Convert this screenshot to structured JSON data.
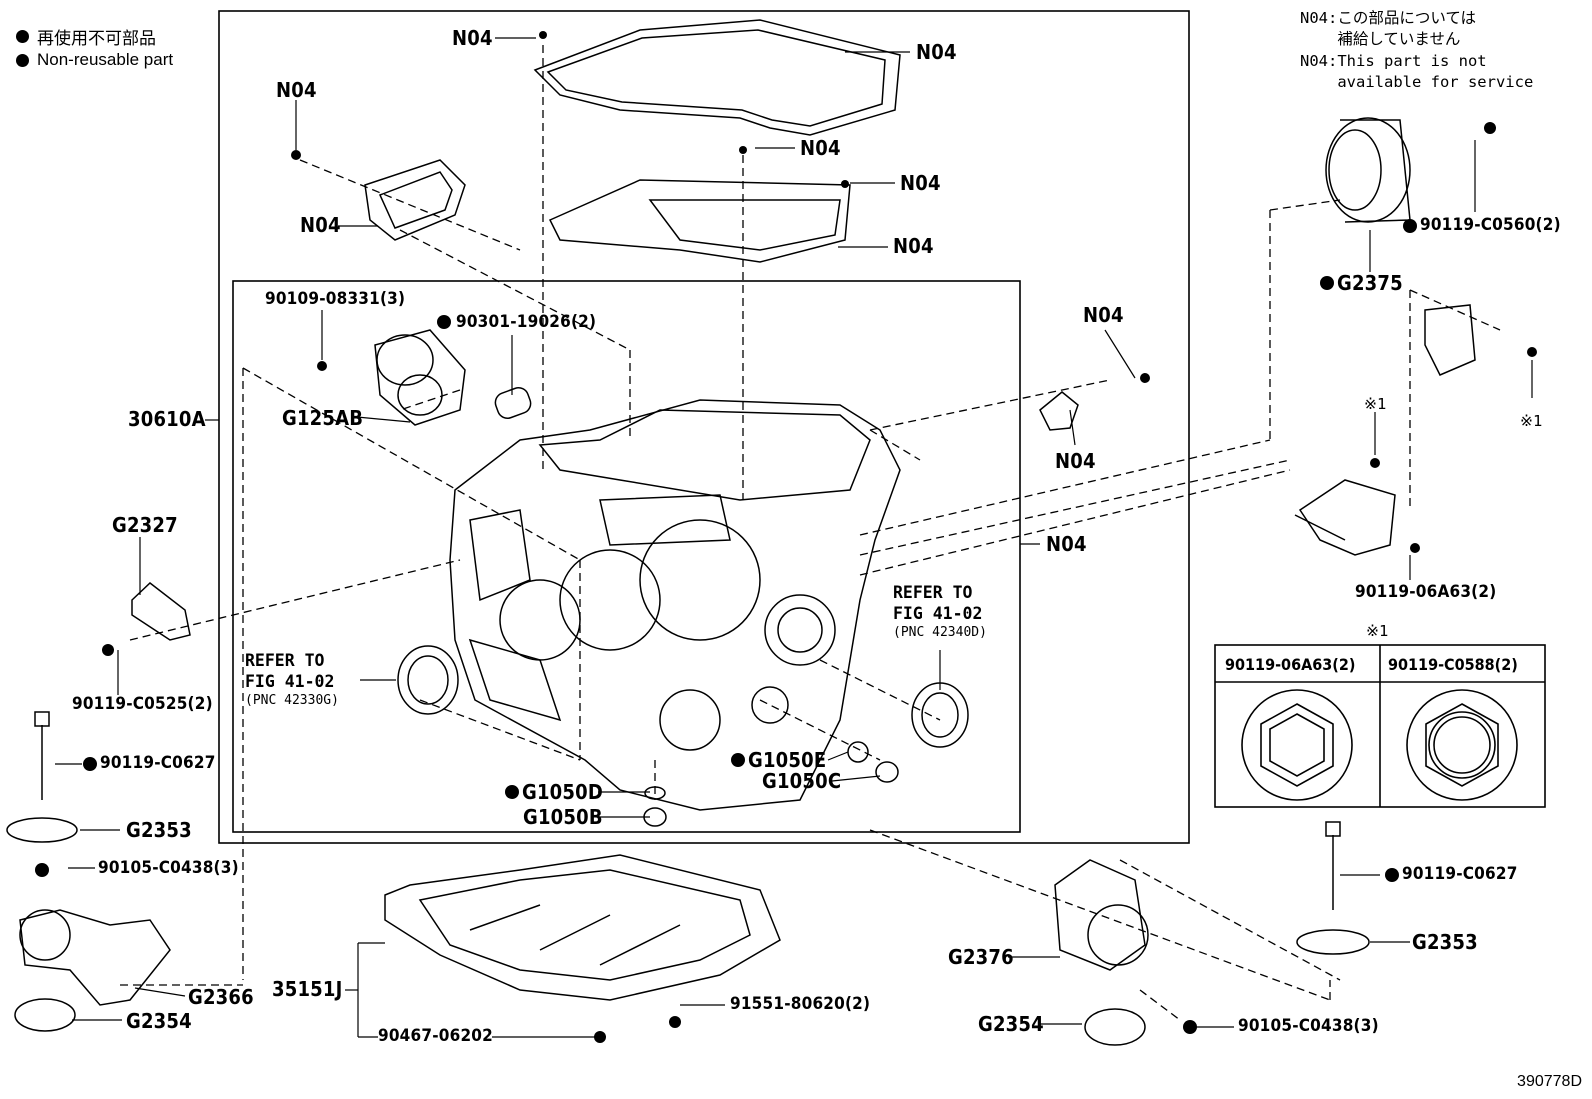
{
  "legend": {
    "jp": "再使用不可部品",
    "en": "Non-reusable part"
  },
  "note": {
    "line1": "N04:この部品については",
    "line2": "    補給していません",
    "line3": "N04:This part is not",
    "line4": "    available for service"
  },
  "labels": {
    "n04_top_bolt": "N04",
    "n04_top_cover": "N04",
    "n04_left": "N04",
    "n04_left_cover": "N04",
    "n04_plate_bolt1": "N04",
    "n04_plate_bolt2": "N04",
    "n04_plate": "N04",
    "n04_sensor_bolt": "N04",
    "n04_sensor": "N04",
    "n04_case": "N04",
    "p30610A": "30610A",
    "p90109": "90109-08331(3)",
    "p90301": "90301-19026(2)",
    "pG125AB": "G125AB",
    "pG2327": "G2327",
    "p90119_C0525": "90119-C0525(2)",
    "p90119_C0627_left": "90119-C0627",
    "pG2353_left": "G2353",
    "p90105_left": "90105-C0438(3)",
    "pG2366": "G2366",
    "pG2354_left": "G2354",
    "p35151J": "35151J",
    "p90467": "90467-06202",
    "p91551": "91551-80620(2)",
    "pG1050D": "G1050D",
    "pG1050B": "G1050B",
    "pG1050E": "G1050E",
    "pG1050C": "G1050C",
    "pG2376": "G2376",
    "pG2354_right": "G2354",
    "p90105_right": "90105-C0438(3)",
    "p90119_C0627_right": "90119-C0627",
    "pG2353_right": "G2353",
    "pG2375": "G2375",
    "p90119_C0560": "90119-C0560(2)",
    "p90119_06A63": "90119-06A63(2)",
    "kome1_a": "※1",
    "kome1_b": "※1",
    "kome1_table": "※1"
  },
  "refer_left": {
    "l1": "REFER TO",
    "l2": "FIG 41-02",
    "l3": "(PNC 42330G)"
  },
  "refer_right": {
    "l1": "REFER TO",
    "l2": "FIG 41-02",
    "l3": "(PNC 42340D)"
  },
  "table": {
    "col1": "90119-06A63(2)",
    "col2": "90119-C0588(2)"
  },
  "figure_number": "390778D"
}
